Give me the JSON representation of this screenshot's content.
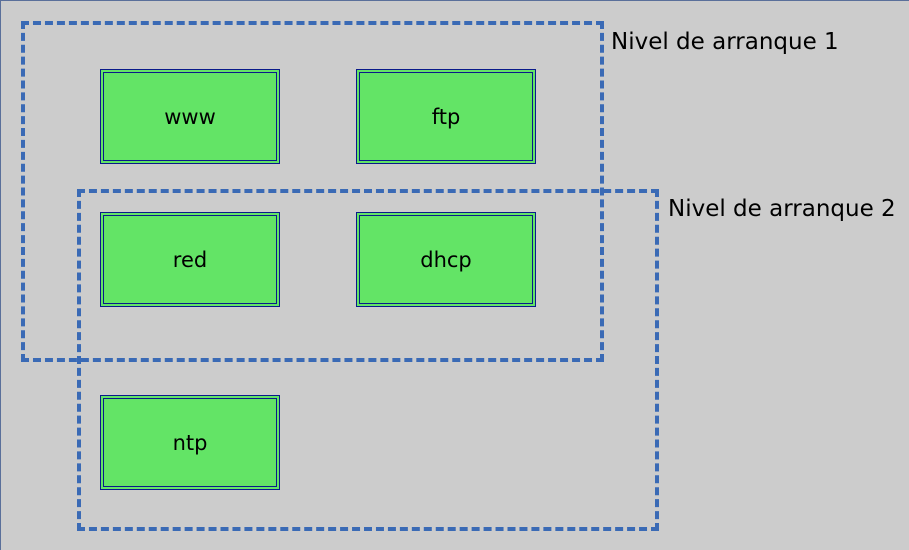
{
  "groups": [
    {
      "label": "Nivel de arranque 1"
    },
    {
      "label": "Nivel de arranque 2"
    }
  ],
  "services": [
    {
      "label": "www"
    },
    {
      "label": "ftp"
    },
    {
      "label": "red"
    },
    {
      "label": "dhcp"
    },
    {
      "label": "ntp"
    }
  ],
  "colors": {
    "background": "#cccccc",
    "group_border": "#3a6ab5",
    "box_fill": "#63e466",
    "box_border": "#0a1a8a"
  }
}
